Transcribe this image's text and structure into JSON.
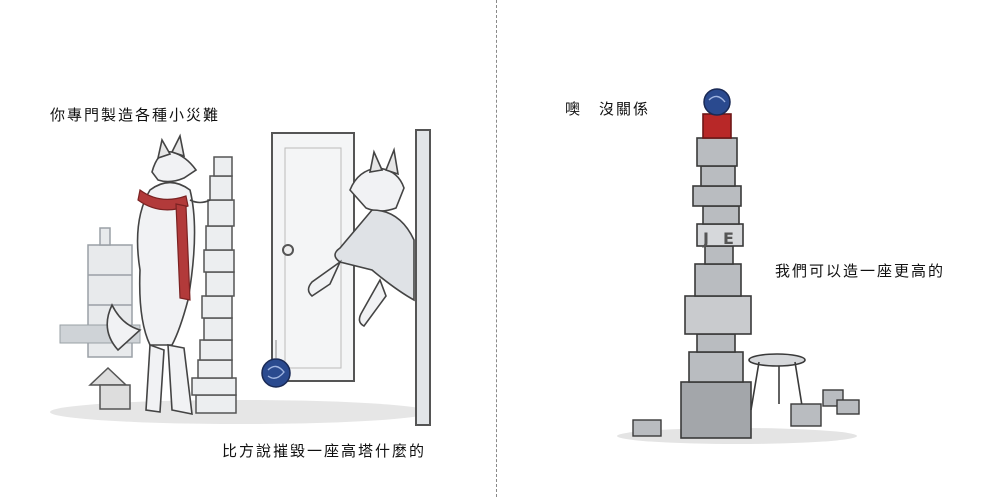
{
  "left_page": {
    "caption_top": "你專門製造各種小災難",
    "caption_bottom": "比方說摧毀一座高塔什麼的"
  },
  "right_page": {
    "caption_top": "噢　沒關係",
    "caption_middle": "我們可以造一座更高的",
    "tower_letters": [
      "J",
      "E"
    ]
  },
  "colors": {
    "scarf": "#b23a3a",
    "ball": "#2a4a8f",
    "red_block": "#b82828",
    "stone": "#8e8e8e",
    "ink": "#333333"
  }
}
